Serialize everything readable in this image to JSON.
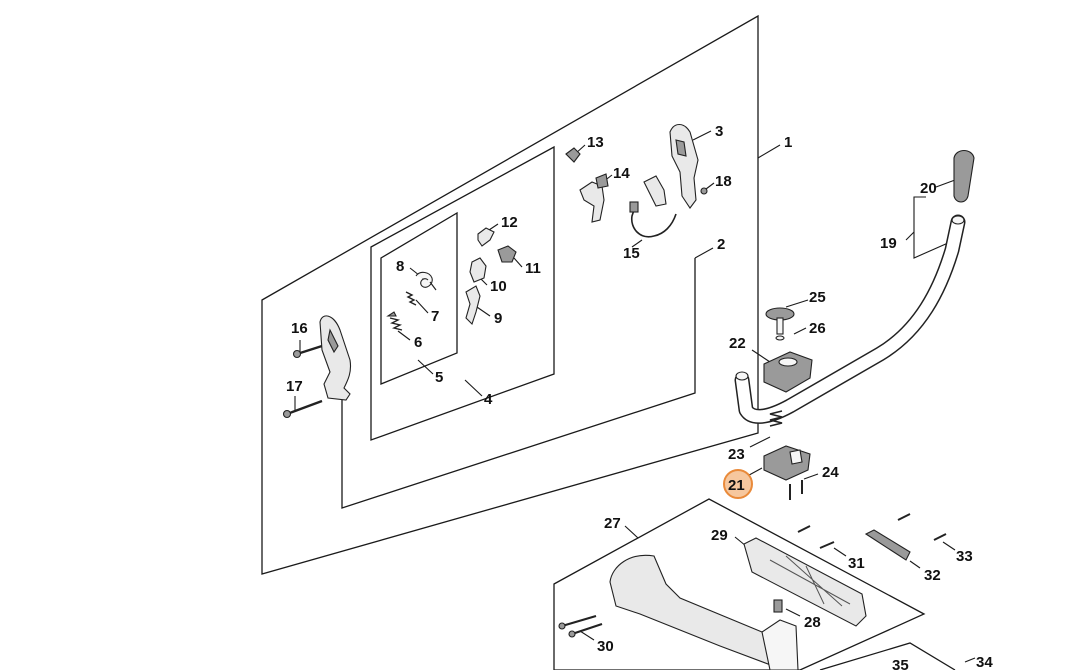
{
  "diagram": {
    "highlighted_part": "21",
    "highlight_color": "#f6c79e",
    "highlight_stroke": "#e98a3a",
    "line_color": "#1a1a1a",
    "callouts": [
      "1",
      "2",
      "3",
      "4",
      "5",
      "6",
      "7",
      "8",
      "9",
      "10",
      "11",
      "12",
      "13",
      "14",
      "15",
      "16",
      "17",
      "18",
      "19",
      "20",
      "21",
      "22",
      "23",
      "24",
      "25",
      "26",
      "27",
      "28",
      "29",
      "30",
      "31",
      "32",
      "33",
      "34",
      "35"
    ]
  }
}
